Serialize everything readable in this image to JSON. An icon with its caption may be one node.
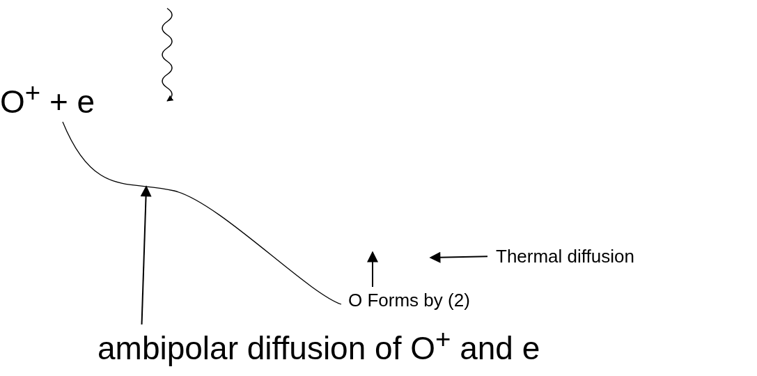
{
  "diagram": {
    "nodes": [
      {
        "text": [],
        "shape": "curve"
      },
      {
        "text": [
          "Thermal diffusion"
        ]
      },
      {
        "text": [
          "ambipolar diffusion of O$^{+}$ and e"
        ]
      }
    ],
    "edges": [
      {
        "from": 2,
        "to": 0,
        "arrow": "to"
      },
      {
        "from": 1,
        "to": null,
        "arrow": "to"
      }
    ],
    "labels": [
      "O$^{+}$ + e",
      "O Forms by (2)"
    ]
  }
}
